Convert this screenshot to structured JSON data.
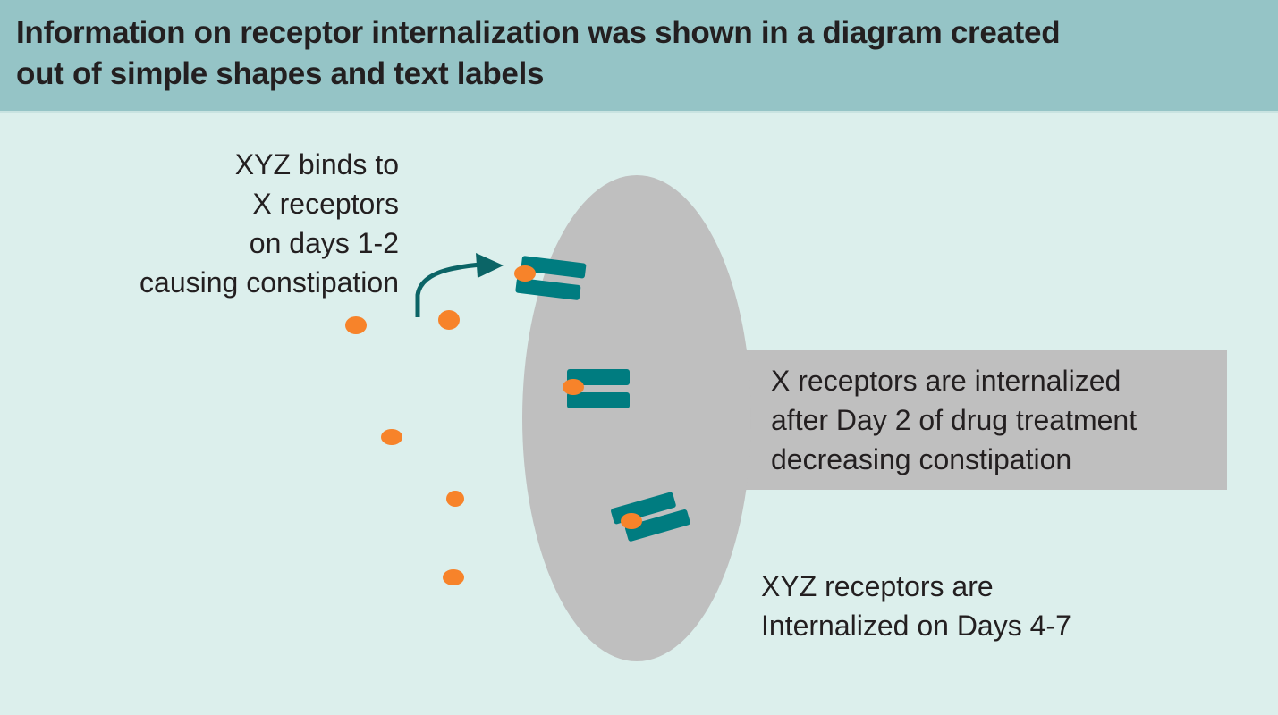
{
  "header": {
    "title_lines": [
      "Information on receptor internalization was shown in a diagram created",
      "out of simple shapes and text labels"
    ]
  },
  "diagram": {
    "colors": {
      "background": "#dcefec",
      "header": "#95c4c6",
      "cell": "#bfbfbf",
      "receptor": "#007c80",
      "ligand": "#f7832a",
      "arrow": "#0b6466"
    },
    "labels": {
      "binding": [
        "XYZ binds to",
        "X receptors",
        "on days 1-2",
        "causing constipation"
      ],
      "internalized": [
        "X receptors are internalized",
        "after Day 2 of drug treatment",
        "decreasing constipation"
      ],
      "late": [
        "XYZ receptors are",
        "Internalized on Days 4-7"
      ]
    },
    "icons": {
      "arrow": "curved-arrow-icon",
      "receptor": "receptor-icon",
      "ligand": "ligand-dot-icon",
      "cell": "cell-ellipse"
    }
  }
}
